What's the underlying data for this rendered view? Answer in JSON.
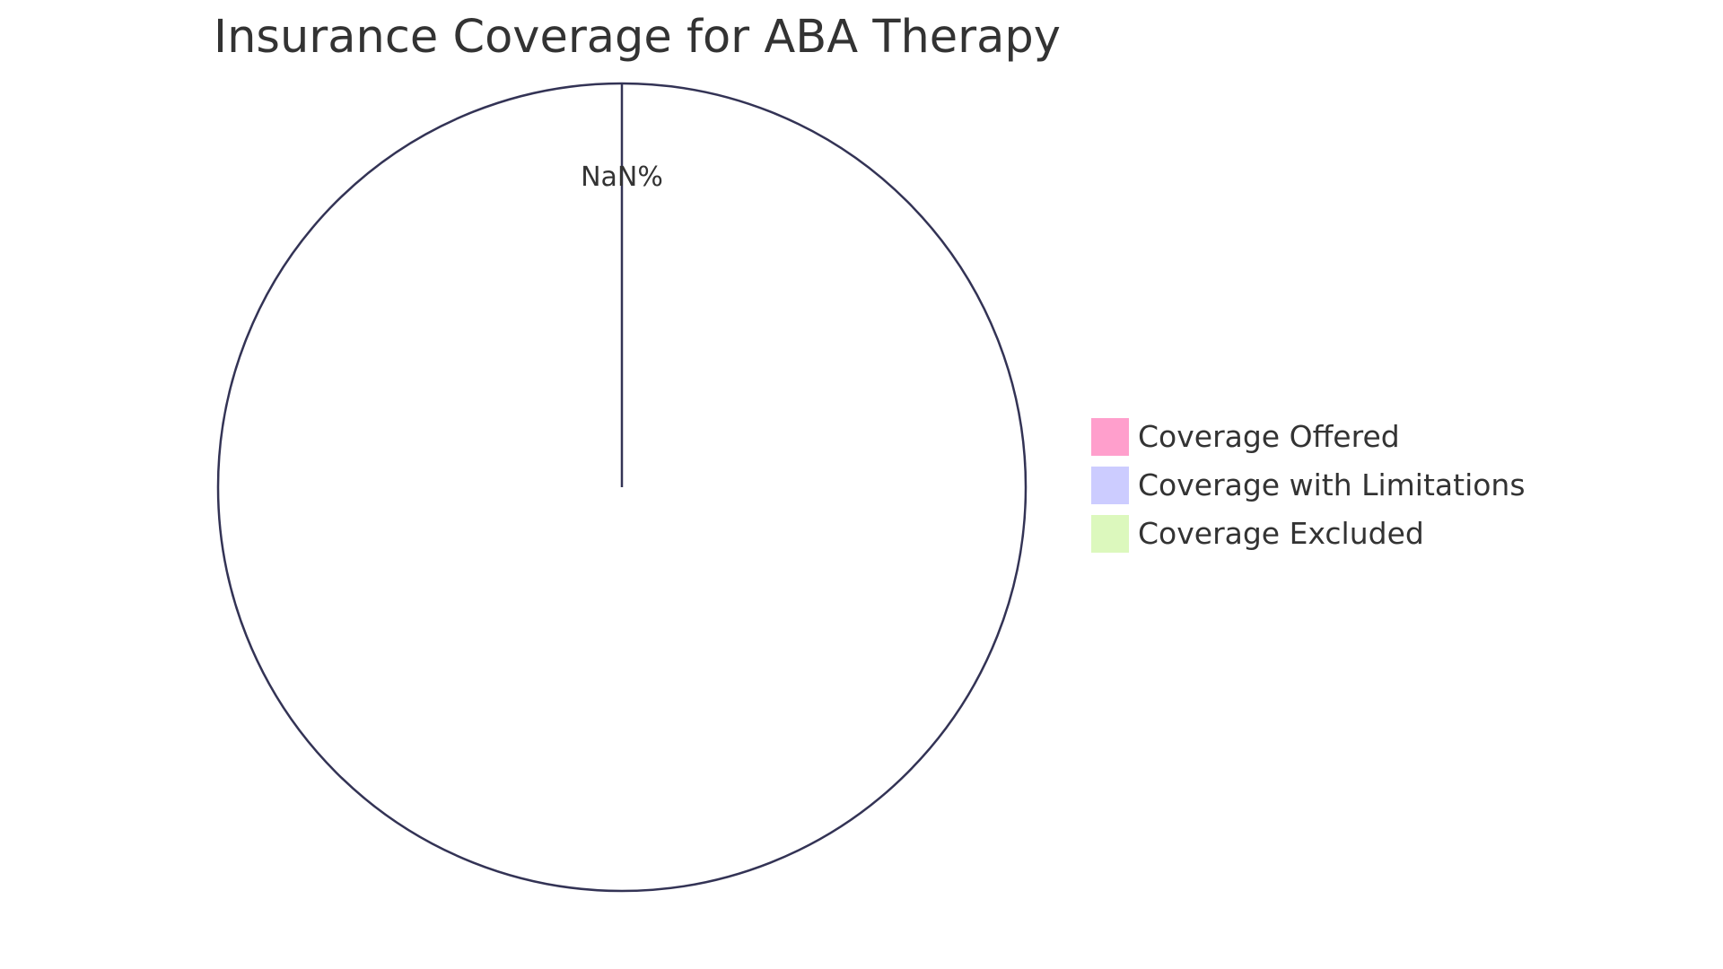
{
  "chart_data": {
    "type": "pie",
    "title": "Insurance Coverage for ABA Therapy",
    "categories": [
      "Coverage Offered",
      "Coverage with Limitations",
      "Coverage Excluded"
    ],
    "values": [
      null,
      null,
      null
    ],
    "slice_label": "NaN%",
    "colors": [
      "#ff9fcc",
      "#ccccff",
      "#dcf8bd"
    ],
    "outline_color": "#333355",
    "legend_position": "right"
  }
}
